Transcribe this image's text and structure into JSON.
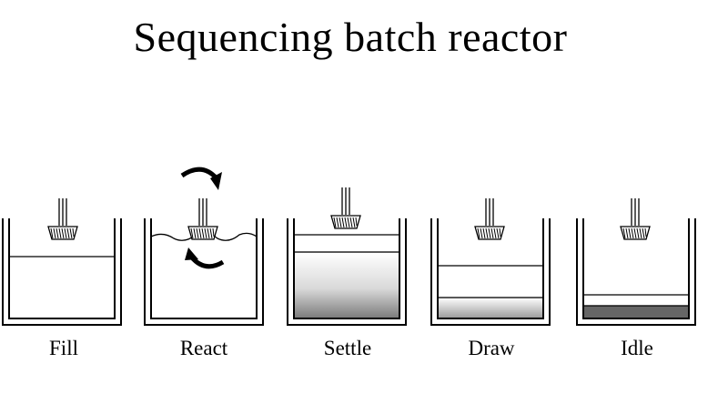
{
  "title": "Sequencing batch reactor",
  "stages": [
    {
      "label": "Fill"
    },
    {
      "label": "React"
    },
    {
      "label": "Settle"
    },
    {
      "label": "Draw"
    },
    {
      "label": "Idle"
    }
  ],
  "colors": {
    "line": "#000000",
    "background": "#ffffff",
    "sludge_dark": "#666666"
  }
}
